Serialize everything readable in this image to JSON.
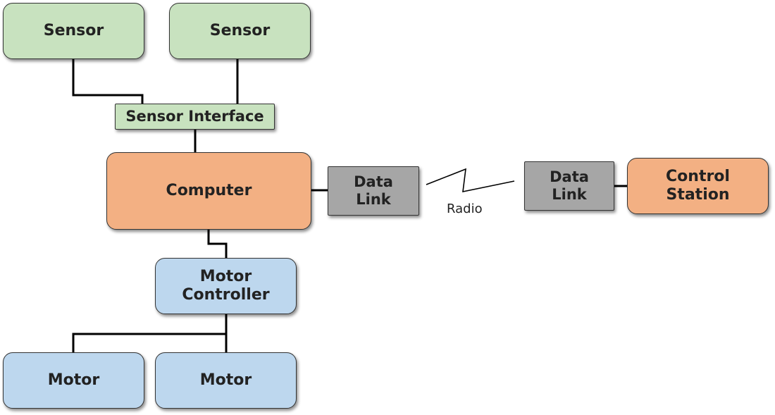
{
  "colors": {
    "sensor_fill": "#c8e2bf",
    "computer_fill": "#f3b083",
    "motor_fill": "#bdd7ee",
    "datalink_fill": "#a6a6a6",
    "wire": "#000000"
  },
  "nodes": {
    "sensor1": "Sensor",
    "sensor2": "Sensor",
    "sensor_interface": "Sensor Interface",
    "computer": "Computer",
    "data_link_local": "Data Link",
    "data_link_remote": "Data Link",
    "control_station": "Control Station",
    "motor_controller": "Motor Controller",
    "motor1": "Motor",
    "motor2": "Motor"
  },
  "edges": [
    {
      "from": "sensor1",
      "to": "sensor_interface"
    },
    {
      "from": "sensor2",
      "to": "sensor_interface"
    },
    {
      "from": "sensor_interface",
      "to": "computer"
    },
    {
      "from": "computer",
      "to": "data_link_local"
    },
    {
      "from": "data_link_local",
      "to": "data_link_remote",
      "label": "Radio"
    },
    {
      "from": "data_link_remote",
      "to": "control_station"
    },
    {
      "from": "computer",
      "to": "motor_controller"
    },
    {
      "from": "motor_controller",
      "to": "motor1"
    },
    {
      "from": "motor_controller",
      "to": "motor2"
    }
  ],
  "radio_label": "Radio"
}
